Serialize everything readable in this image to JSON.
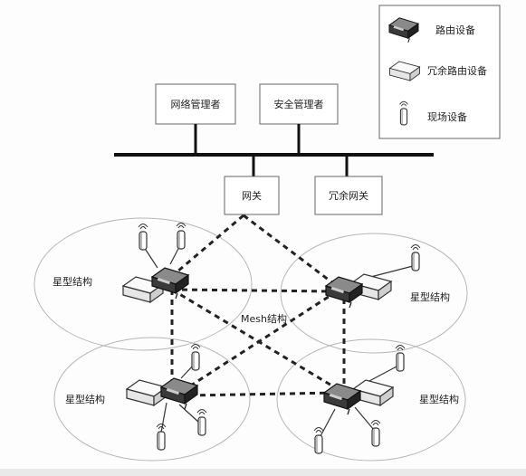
{
  "legend": {
    "router": "路由设备",
    "redundant_router": "冗余路由设备",
    "field_device": "现场设备"
  },
  "boxes": {
    "network_manager": "网络管理者",
    "security_manager": "安全管理者",
    "gateway": "网关",
    "redundant_gateway": "冗余网关"
  },
  "clusters": {
    "top_left": "星型结构",
    "top_right": "星型结构",
    "bottom_left": "星型结构",
    "bottom_right": "星型结构"
  },
  "mesh_label": "Mesh结构"
}
